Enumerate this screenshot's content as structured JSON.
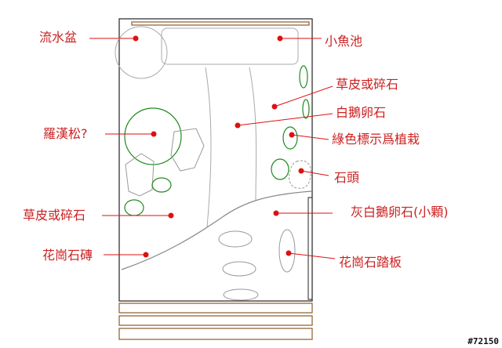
{
  "labels": {
    "flower_pot": "流水盆",
    "fish_pond": "小魚池",
    "lawn_gravel_top": "草皮或碎石",
    "white_pebbles": "白鵝卵石",
    "pine": "羅漢松?",
    "plants_note": "綠色標示爲植栽",
    "stone": "石頭",
    "lawn_gravel_left": "草皮或碎石",
    "grey_pebbles": "灰白鵝卵石(小顆)",
    "granite_brick": "花崗石磚",
    "granite_step": "花崗石踏板"
  },
  "watermark": "#72150",
  "colors": {
    "label_text": "#cc2222",
    "leader": "#dd1111",
    "outline": "#222222",
    "sketch": "#999999",
    "plant": "#1f8a1f",
    "deck": "#8b5a2b"
  }
}
